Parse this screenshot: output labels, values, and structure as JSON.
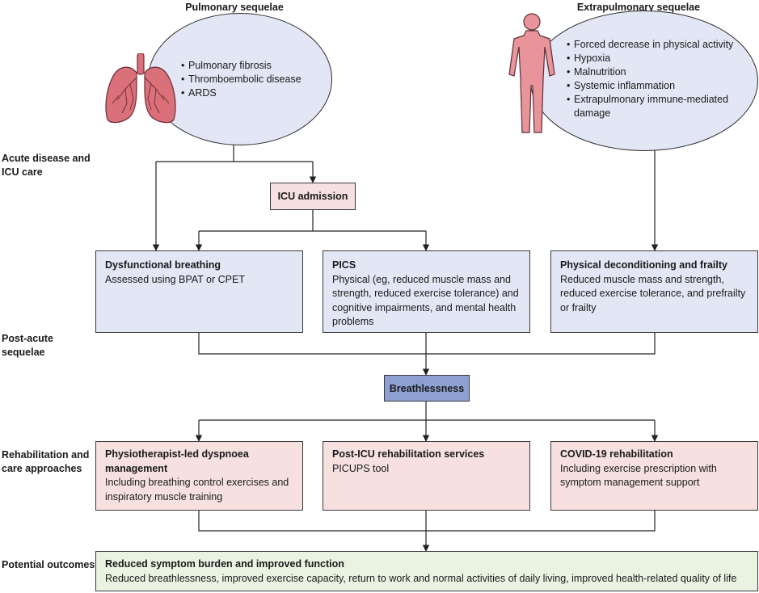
{
  "headers": {
    "pulmonary": "Pulmonary sequelae",
    "extrapulmonary": "Extrapulmonary sequelae"
  },
  "side_labels": {
    "acute": "Acute disease and ICU care",
    "post_acute": "Post-acute sequelae",
    "rehab": "Rehabilitation and care approaches",
    "outcomes": "Potential outcomes"
  },
  "pulmonary_items": [
    "Pulmonary fibrosis",
    "Thromboembolic disease",
    "ARDS"
  ],
  "extrapulmonary_items": [
    "Forced decrease in physical activity",
    "Hypoxia",
    "Malnutrition",
    "Systemic inflammation",
    "Extrapulmonary immune-mediated damage"
  ],
  "icu_admission": "ICU admission",
  "sequelae": [
    {
      "title": "Dysfunctional breathing",
      "desc": "Assessed using BPAT or CPET"
    },
    {
      "title": "PICS",
      "desc": "Physical (eg, reduced muscle mass and strength, reduced exercise tolerance) and cognitive impairments, and mental health problems"
    },
    {
      "title": "Physical deconditioning and frailty",
      "desc": "Reduced muscle mass and strength, reduced exercise tolerance, and prefrailty or frailty"
    }
  ],
  "breathlessness": "Breathlessness",
  "rehabilitation": [
    {
      "title": "Physiotherapist-led dyspnoea management",
      "desc": "Including breathing control exercises and inspiratory muscle training"
    },
    {
      "title": "Post-ICU rehabilitation services",
      "desc": "PICUPS tool"
    },
    {
      "title": "COVID-19 rehabilitation",
      "desc": "Including exercise prescription with symptom management support"
    }
  ],
  "outcome": {
    "title": "Reduced symptom burden and improved function",
    "desc": "Reduced breathlessness, improved exercise capacity, return to work and normal activities of daily living, improved health-related quality of life"
  },
  "colors": {
    "blue_box": "#e3e6f5",
    "pink_box": "#f6e0e0",
    "green_box": "#eaf3e2",
    "breathlessness_box": "#8ea0d2",
    "lungs": "#d9707a",
    "body": "#e8949a"
  }
}
